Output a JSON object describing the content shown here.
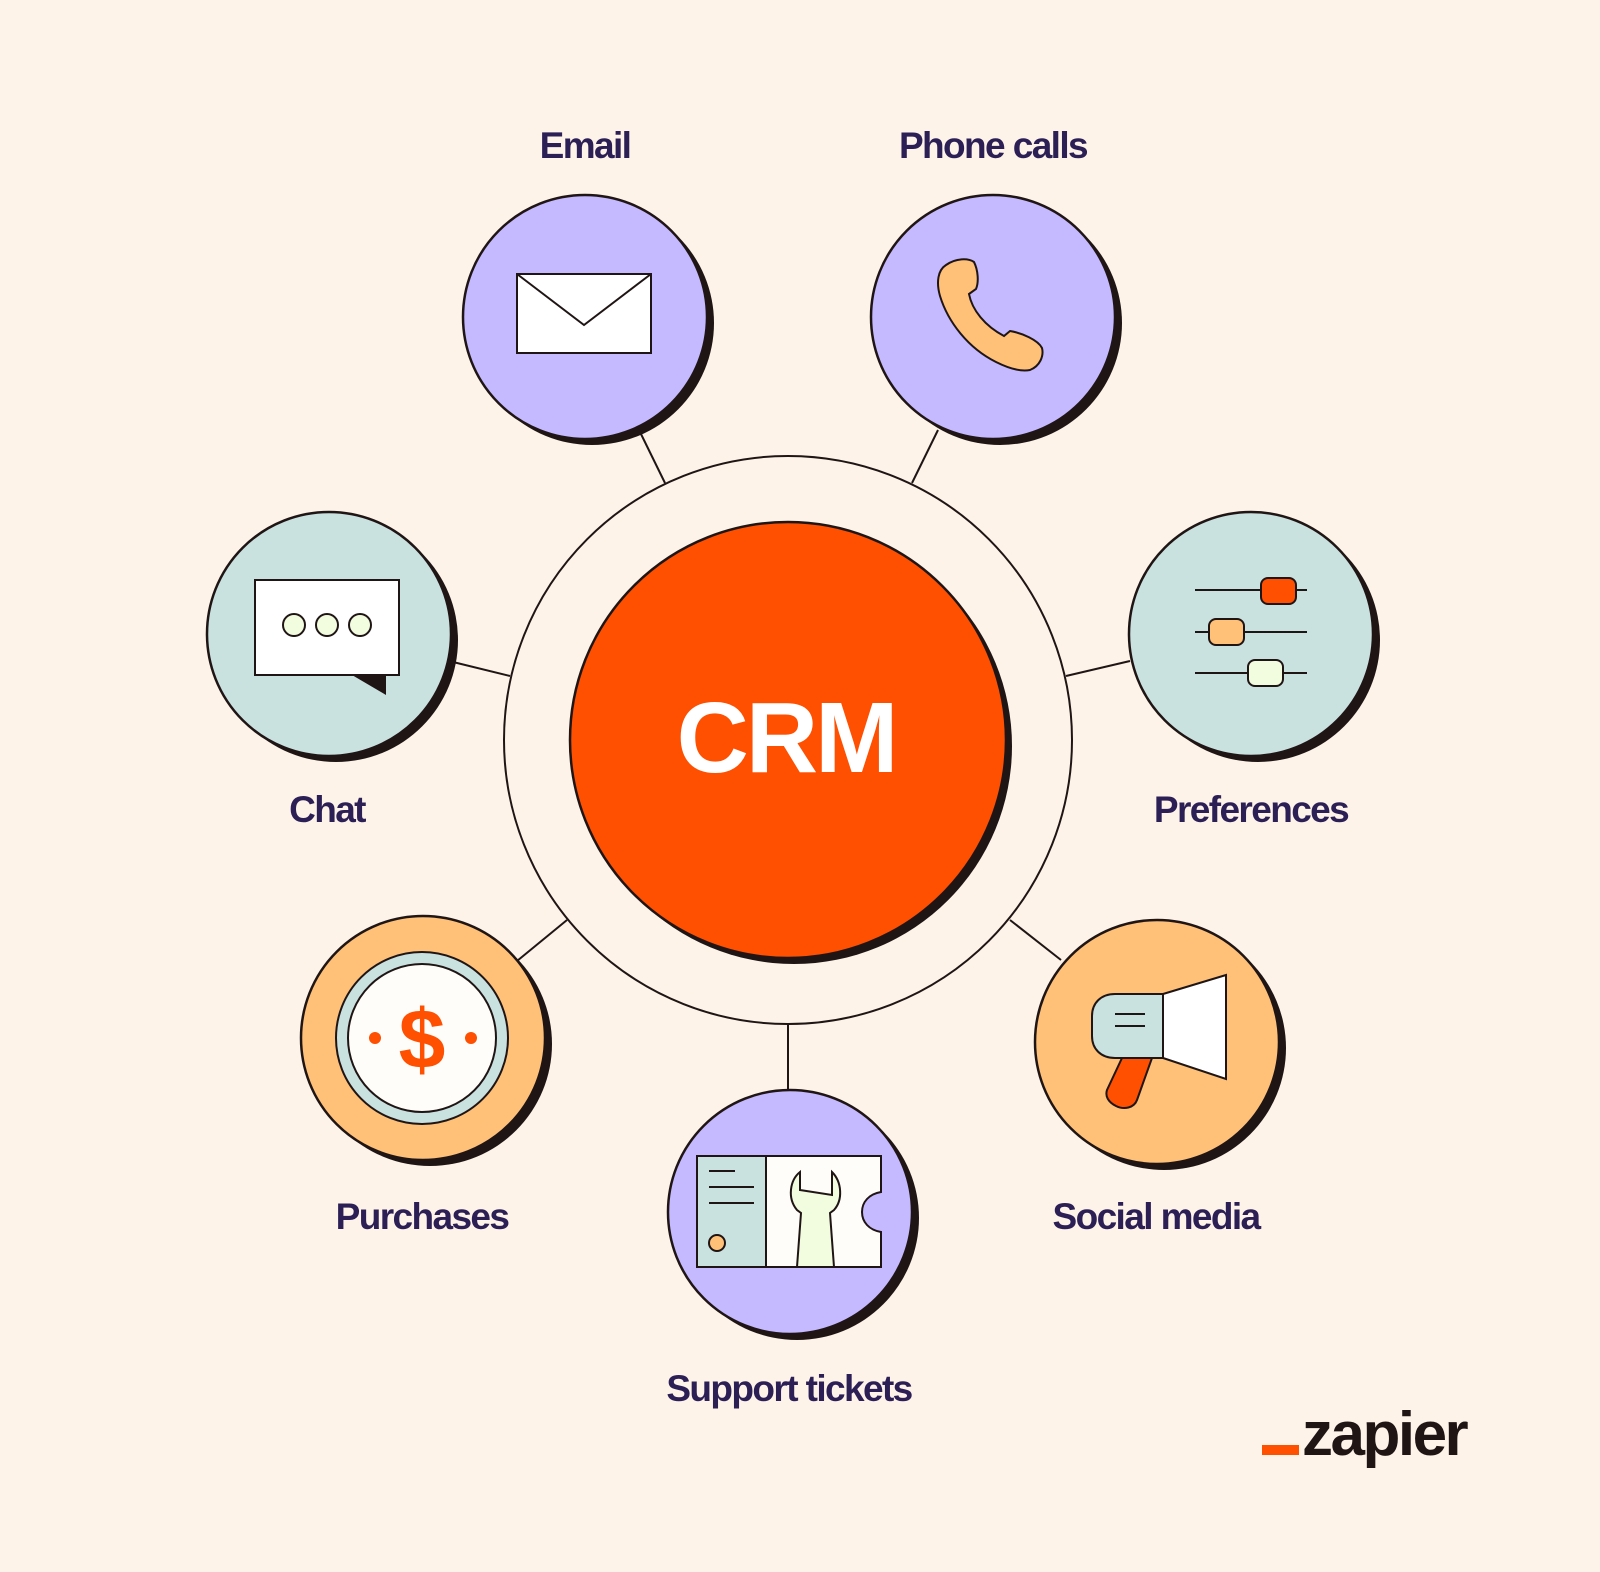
{
  "center": {
    "label": "CRM",
    "color": "#ff4f00"
  },
  "nodes": [
    {
      "id": "email",
      "label": "Email",
      "icon": "envelope-icon",
      "color": "#c5b9ff"
    },
    {
      "id": "phone-calls",
      "label": "Phone calls",
      "icon": "phone-handset-icon",
      "color": "#c5b9ff"
    },
    {
      "id": "chat",
      "label": "Chat",
      "icon": "chat-bubble-icon",
      "color": "#c9e1df"
    },
    {
      "id": "preferences",
      "label": "Preferences",
      "icon": "sliders-icon",
      "color": "#c9e1df"
    },
    {
      "id": "purchases",
      "label": "Purchases",
      "icon": "dollar-coin-icon",
      "color": "#ffc077"
    },
    {
      "id": "social-media",
      "label": "Social media",
      "icon": "megaphone-icon",
      "color": "#ffc077"
    },
    {
      "id": "support-tickets",
      "label": "Support tickets",
      "icon": "ticket-wrench-icon",
      "color": "#c5b9ff"
    }
  ],
  "brand": {
    "name": "zapier",
    "accent": "#ff4f00"
  },
  "colors": {
    "background": "#fdf3e8",
    "label_text": "#2b1f55",
    "outline": "#201515",
    "accent_orange": "#ff4f00",
    "lavender": "#c5b9ff",
    "mint": "#c9e1df",
    "peach": "#ffc077"
  }
}
